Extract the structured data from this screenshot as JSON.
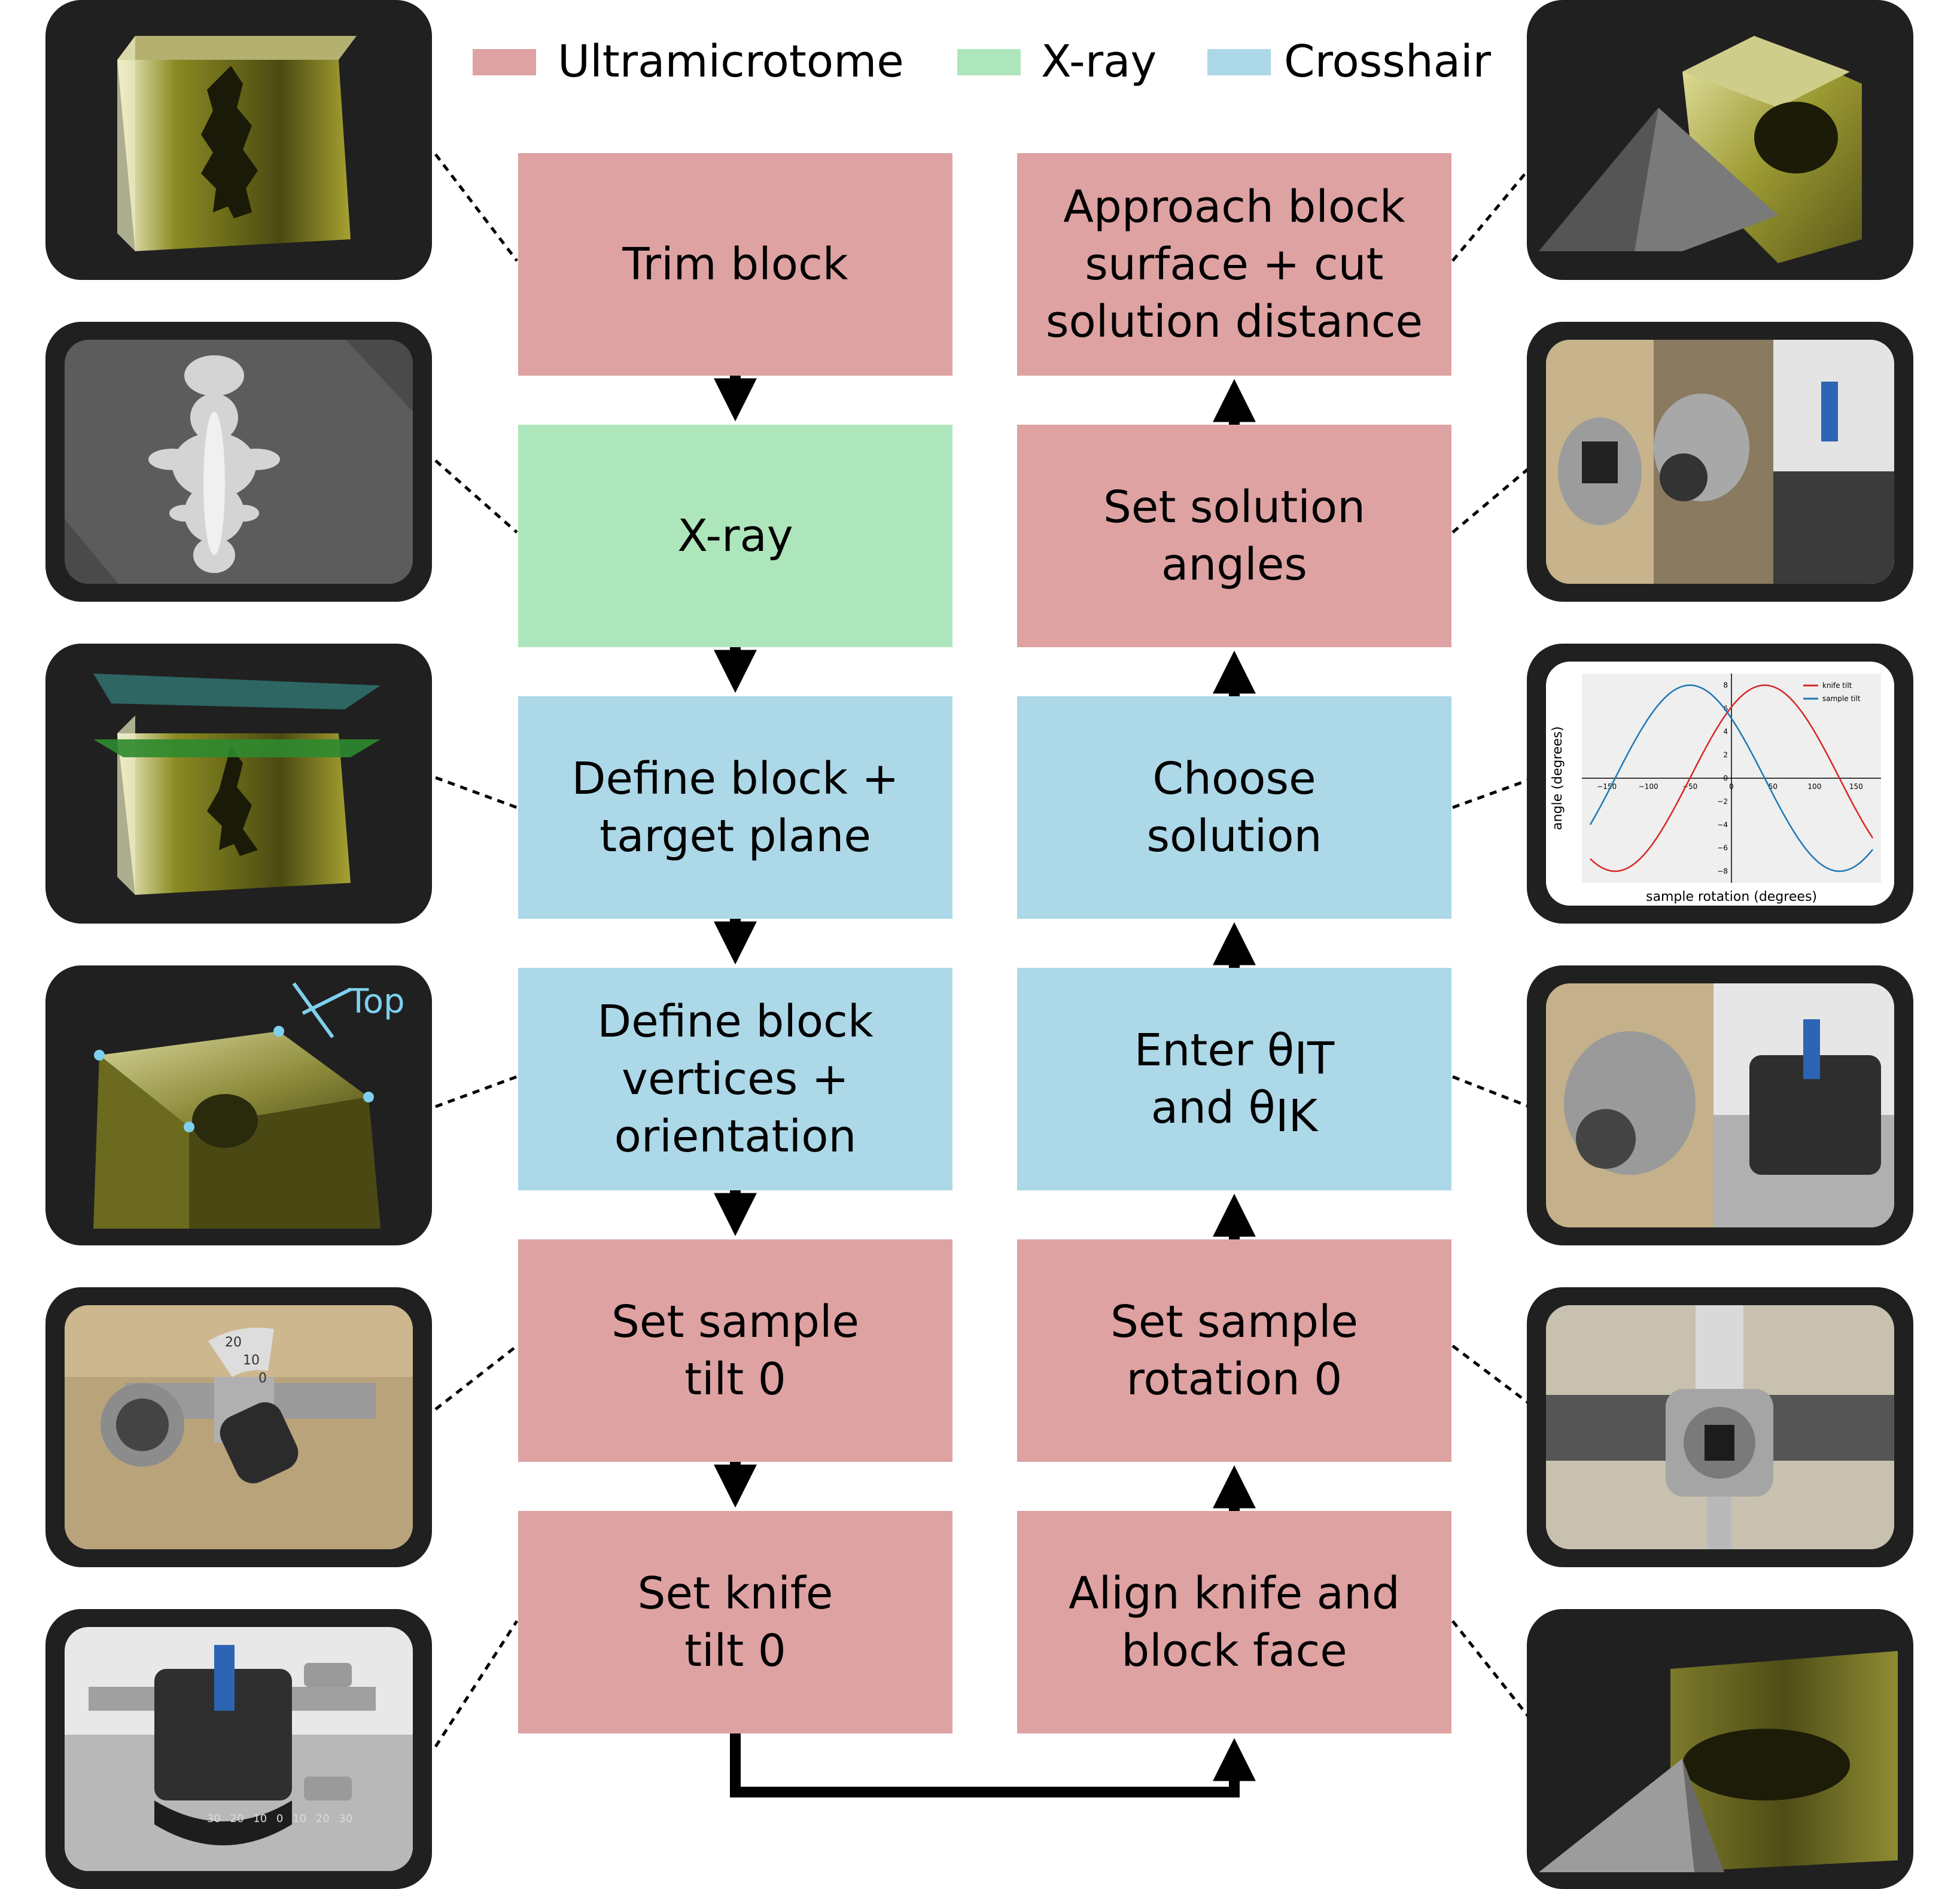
{
  "legend": [
    {
      "label": "Ultramicrotome",
      "color": "#dea2a2"
    },
    {
      "label": "X-ray",
      "color": "#aee6bb"
    },
    {
      "label": "Crosshair",
      "color": "#acd8e8"
    }
  ],
  "left_steps": [
    {
      "text": "Trim block",
      "category": "Ultramicrotome"
    },
    {
      "text": "X-ray",
      "category": "X-ray"
    },
    {
      "text": "Define block +\ntarget plane",
      "category": "Crosshair"
    },
    {
      "text": "Define block\nvertices +\norientation",
      "category": "Crosshair"
    },
    {
      "text": "Set sample\ntilt 0",
      "category": "Ultramicrotome"
    },
    {
      "text": "Set knife\ntilt 0",
      "category": "Ultramicrotome"
    }
  ],
  "right_steps": [
    {
      "text": "Approach block\nsurface + cut\nsolution distance",
      "category": "Ultramicrotome"
    },
    {
      "text": "Set solution\nangles",
      "category": "Ultramicrotome"
    },
    {
      "text": "Choose\nsolution",
      "category": "Crosshair"
    },
    {
      "text_line1": "Enter θ",
      "sub1": "IT",
      "text_line2": "and θ",
      "sub2": "IK",
      "category": "Crosshair"
    },
    {
      "text": "Set sample\nrotation 0",
      "category": "Ultramicrotome"
    },
    {
      "text": "Align knife and\nblock face",
      "category": "Ultramicrotome"
    }
  ],
  "thumbnails": {
    "top_label": "Top",
    "mini_chart": {
      "xlabel": "sample rotation (degrees)",
      "ylabel": "angle (degrees)",
      "xticks": [
        "−150",
        "−100",
        "−50",
        "0",
        "50",
        "100",
        "150"
      ],
      "yticks": [
        "8",
        "6",
        "4",
        "2",
        "0",
        "−2",
        "−4",
        "−6",
        "−8"
      ],
      "legend": [
        {
          "name": "knife tilt",
          "color": "#d62728"
        },
        {
          "name": "sample tilt",
          "color": "#1f77b4"
        }
      ],
      "dial_ticks": [
        "30",
        "20",
        "10",
        "0",
        "10",
        "20",
        "30"
      ],
      "sample_dial_ticks": [
        "20",
        "10",
        "0"
      ]
    }
  }
}
